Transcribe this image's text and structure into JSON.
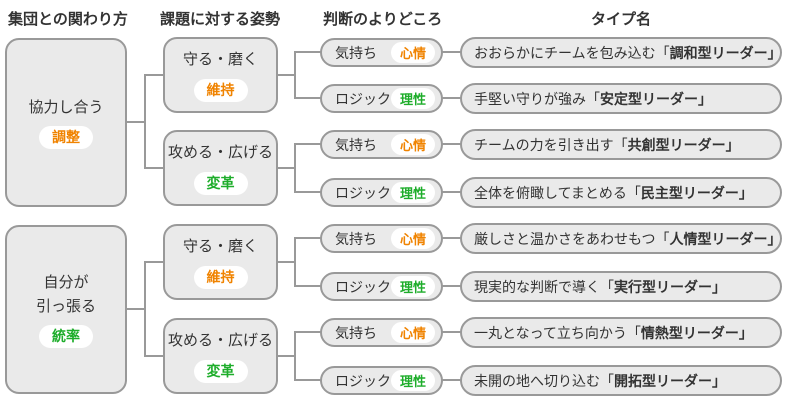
{
  "headers": {
    "col1": "集団との関わり方",
    "col2": "課題に対する姿勢",
    "col3": "判断のよりどころ",
    "col4": "タイプ名"
  },
  "colors": {
    "accent_orange": "#f08300",
    "accent_green": "#1ead2b",
    "box_fill": "#eaeaea",
    "box_border": "#999999",
    "text": "#333333"
  },
  "level1": [
    {
      "label": "協力し合う",
      "tag": "調整",
      "tag_color": "orange"
    },
    {
      "label": "自分が\n引っ張る",
      "tag": "統率",
      "tag_color": "green"
    }
  ],
  "level2": [
    {
      "label": "守る・磨く",
      "tag": "維持",
      "tag_color": "orange"
    },
    {
      "label": "攻める・広げる",
      "tag": "変革",
      "tag_color": "green"
    },
    {
      "label": "守る・磨く",
      "tag": "維持",
      "tag_color": "orange"
    },
    {
      "label": "攻める・広げる",
      "tag": "変革",
      "tag_color": "green"
    }
  ],
  "rows": [
    {
      "judge": "気持ち",
      "judge_tag": "心情",
      "tag_color": "orange",
      "type_desc": "おおらかにチームを包み込む「",
      "type_name": "調和型リーダー」"
    },
    {
      "judge": "ロジック",
      "judge_tag": "理性",
      "tag_color": "green",
      "type_desc": "手堅い守りが強み「",
      "type_name": "安定型リーダー」"
    },
    {
      "judge": "気持ち",
      "judge_tag": "心情",
      "tag_color": "orange",
      "type_desc": "チームの力を引き出す「",
      "type_name": "共創型リーダー」"
    },
    {
      "judge": "ロジック",
      "judge_tag": "理性",
      "tag_color": "green",
      "type_desc": "全体を俯瞰してまとめる「",
      "type_name": "民主型リーダー」"
    },
    {
      "judge": "気持ち",
      "judge_tag": "心情",
      "tag_color": "orange",
      "type_desc": "厳しさと温かさをあわせもつ「",
      "type_name": "人情型リーダー」"
    },
    {
      "judge": "ロジック",
      "judge_tag": "理性",
      "tag_color": "green",
      "type_desc": "現実的な判断で導く「",
      "type_name": "実行型リーダー」"
    },
    {
      "judge": "気持ち",
      "judge_tag": "心情",
      "tag_color": "orange",
      "type_desc": "一丸となって立ち向かう「",
      "type_name": "情熱型リーダー」"
    },
    {
      "judge": "ロジック",
      "judge_tag": "理性",
      "tag_color": "green",
      "type_desc": "未開の地へ切り込む「",
      "type_name": "開拓型リーダー」"
    }
  ]
}
